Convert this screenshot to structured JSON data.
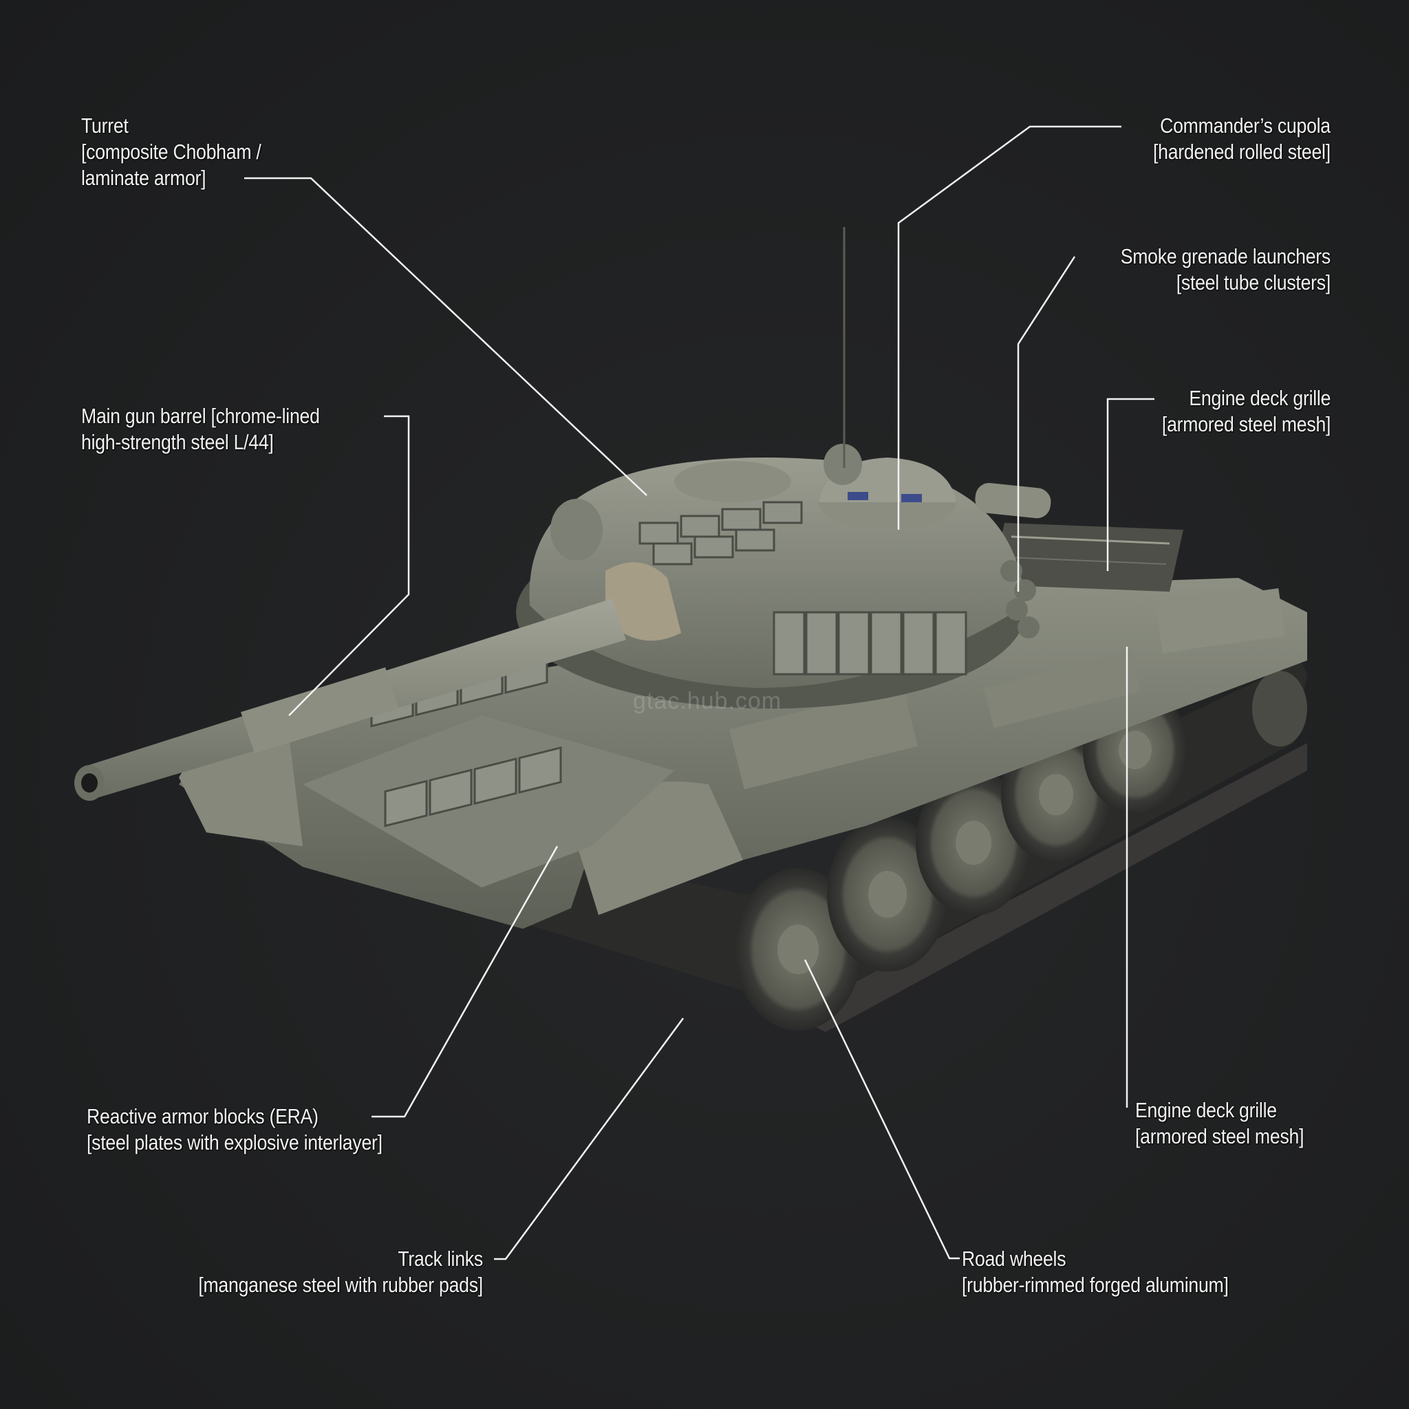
{
  "diagram": {
    "subject": "Main battle tank, three-quarter view",
    "background_color": "#202122",
    "tank_color": "#7a7d70",
    "line_color": "#f2f2f2",
    "watermark": "gtac.hub.com"
  },
  "labels": [
    {
      "id": "turret",
      "title": "Turret",
      "lines": [
        "Turret",
        "[composite Chobham /",
        "laminate armor]"
      ]
    },
    {
      "id": "main-gun",
      "title": "Main gun barrel",
      "lines": [
        "Main gun barrel [chrome-lined",
        "high-strength steel L/44]"
      ]
    },
    {
      "id": "commander-cupola",
      "title": "Commander’s cupola",
      "lines": [
        "Commander’s cupola",
        "[hardened rolled steel]"
      ]
    },
    {
      "id": "smoke-launchers",
      "title": "Smoke grenade launchers",
      "lines": [
        "Smoke grenade launchers",
        "[steel tube clusters]"
      ]
    },
    {
      "id": "engine-grille-top",
      "title": "Engine deck grille",
      "lines": [
        "Engine deck grille",
        "[armored steel mesh]"
      ]
    },
    {
      "id": "era",
      "title": "Reactive armor blocks (ERA)",
      "lines": [
        "Reactive armor blocks (ERA)",
        "[steel plates with explosive interlayer]"
      ]
    },
    {
      "id": "engine-grille-bottom",
      "title": "Engine deck grille",
      "lines": [
        "Engine deck grille",
        "[armored steel mesh]"
      ]
    },
    {
      "id": "track-links",
      "title": "Track links",
      "lines": [
        "Track links",
        "[manganese steel with rubber pads]"
      ]
    },
    {
      "id": "road-wheels",
      "title": "Road wheels",
      "lines": [
        "Road wheels",
        "[rubber-rimmed forged aluminum]"
      ]
    }
  ]
}
